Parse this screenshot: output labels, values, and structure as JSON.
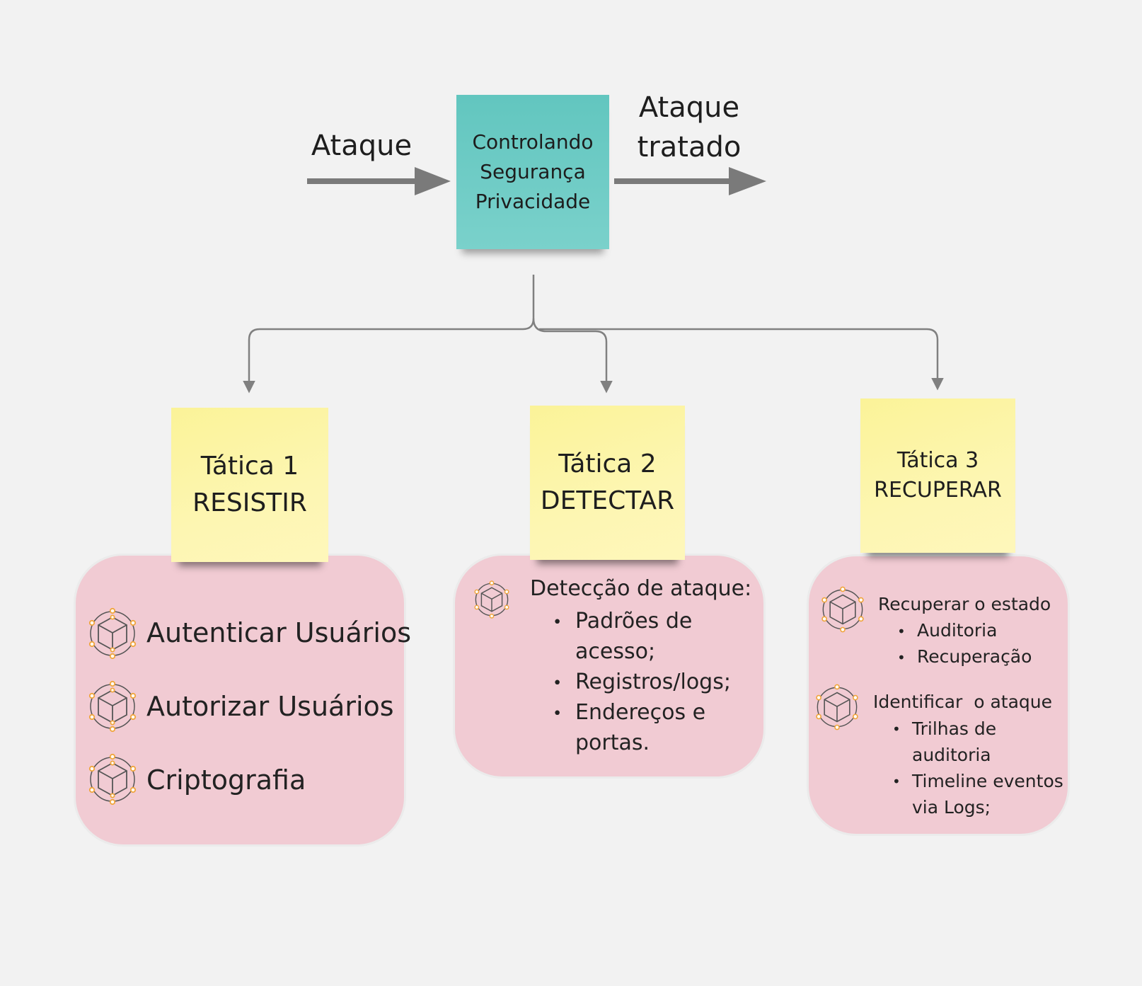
{
  "input_label": "Ataque",
  "output_label": [
    "Ataque",
    "tratado"
  ],
  "center": [
    "Controlando",
    "Segurança",
    "Privacidade"
  ],
  "tactics": [
    {
      "line1": "Tática 1",
      "line2": "RESISTIR"
    },
    {
      "line1": "Tática 2",
      "line2": "DETECTAR"
    },
    {
      "line1": "Tática 3",
      "line2": "RECUPERAR"
    }
  ],
  "resist_items": [
    "Autenticar Usuários",
    "Autorizar Usuários",
    "Criptografia"
  ],
  "detect": {
    "heading": "Detecção de ataque:",
    "bullets": [
      [
        "Padrões de",
        "acesso;"
      ],
      [
        "Registros/logs;"
      ],
      [
        "Endereços e",
        "portas."
      ]
    ]
  },
  "recover": {
    "group1": {
      "heading": "Recuperar o estado",
      "bullets": [
        "Auditoria",
        "Recuperação"
      ]
    },
    "group2": {
      "heading": "Identificar  o ataque",
      "bullets": [
        [
          "Trilhas de",
          "auditoria"
        ],
        [
          "Timeline eventos",
          "via Logs;"
        ]
      ]
    }
  },
  "colors": {
    "teal": "#6ccbc4",
    "yellow": "#fdf5a9",
    "pink": "#f1cbd3",
    "arrow": "#7a7a7a",
    "icon_orange": "#f0a53b"
  }
}
